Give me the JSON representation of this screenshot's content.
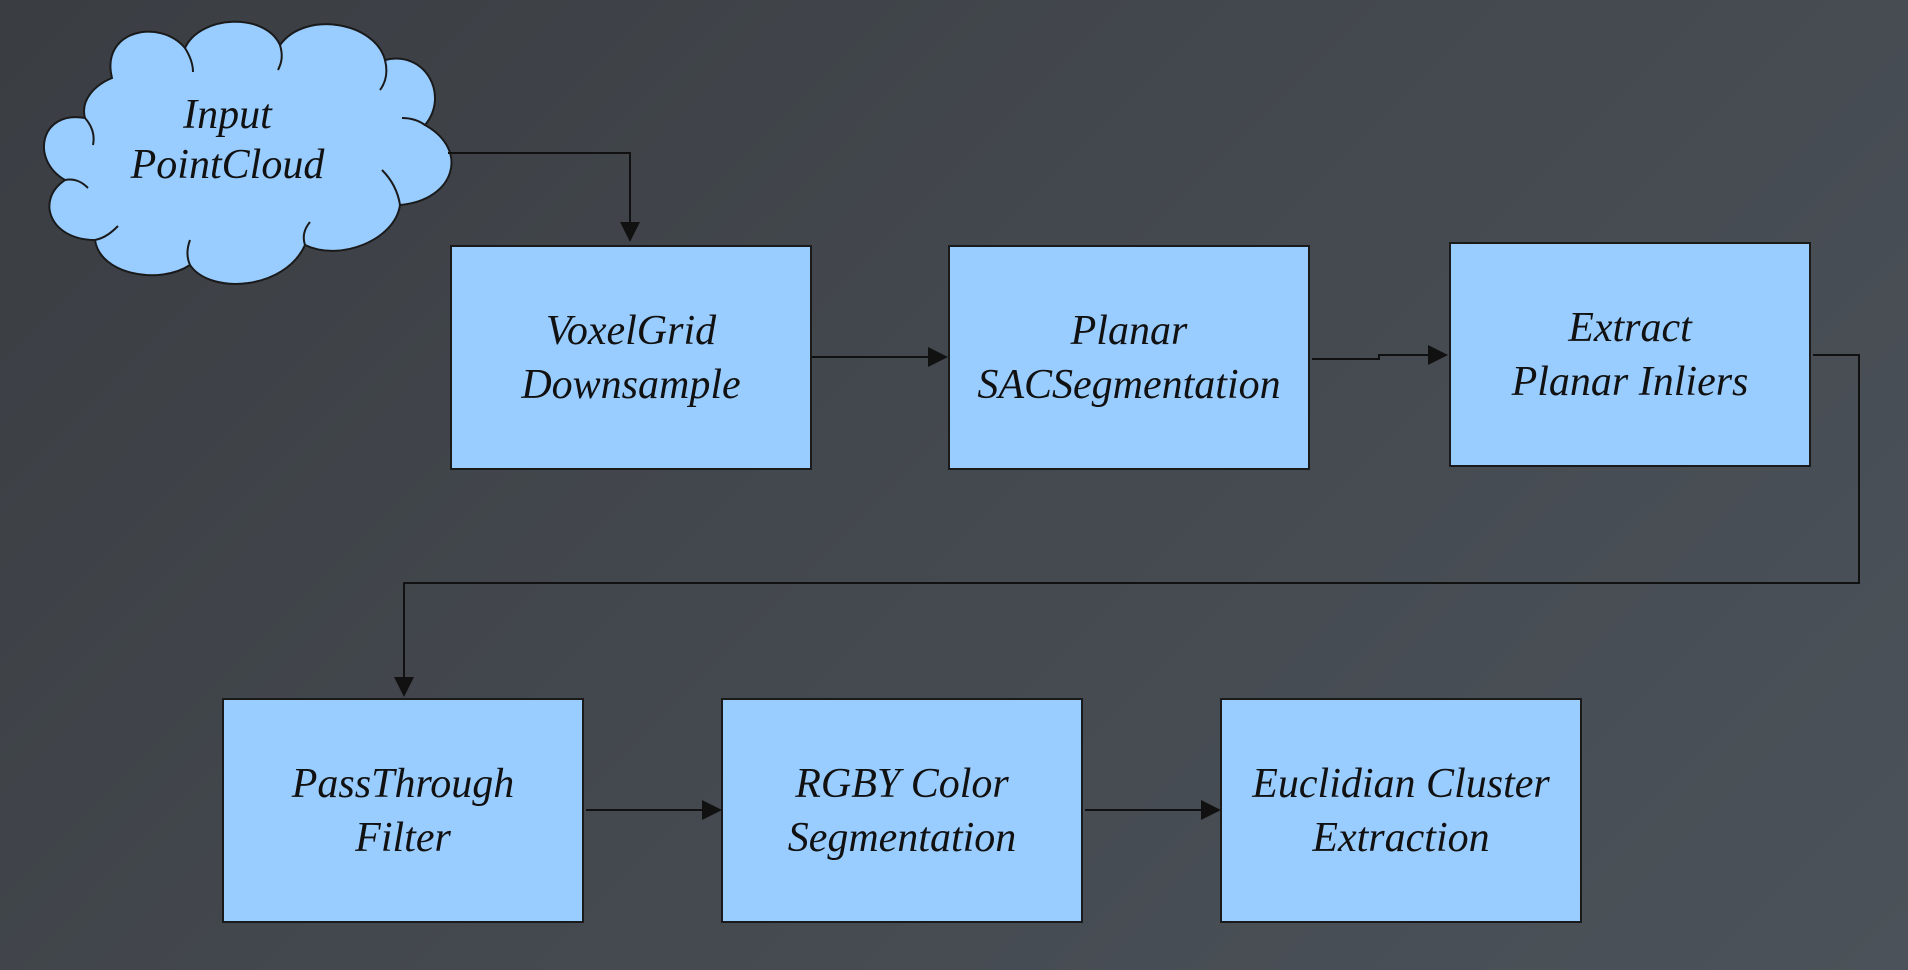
{
  "diagram": {
    "input": {
      "lines": [
        "Input",
        "PointCloud"
      ]
    },
    "steps": [
      {
        "lines": [
          "VoxelGrid",
          "Downsample"
        ]
      },
      {
        "lines": [
          "Planar",
          "SACSegmentation"
        ]
      },
      {
        "lines": [
          "Extract",
          "Planar Inliers"
        ]
      },
      {
        "lines": [
          "PassThrough",
          "Filter"
        ]
      },
      {
        "lines": [
          "RGBY Color",
          "Segmentation"
        ]
      },
      {
        "lines": [
          "Euclidian Cluster",
          "Extraction"
        ]
      }
    ]
  },
  "colors": {
    "node_fill": "#99ccff",
    "stroke": "#111111",
    "background": "#43484e"
  }
}
